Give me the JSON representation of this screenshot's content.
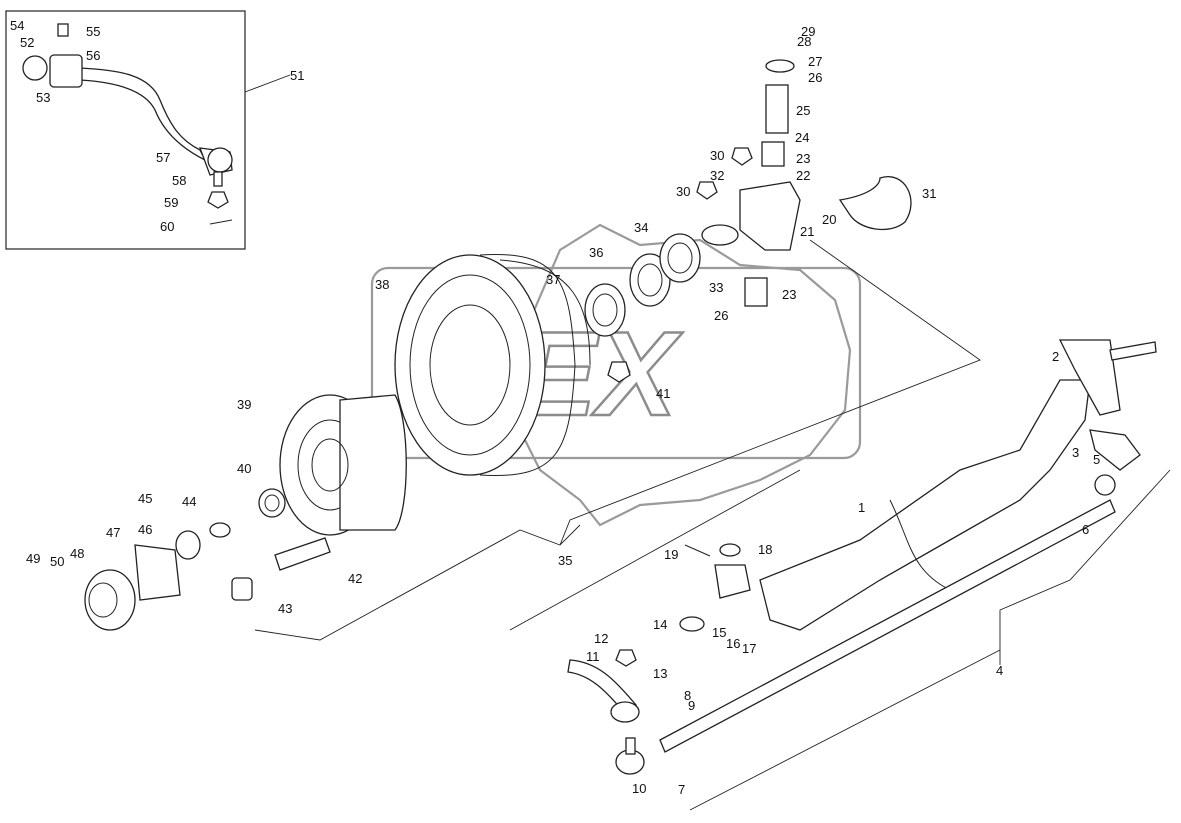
{
  "watermark": {
    "text": "REX"
  },
  "callouts": [
    {
      "id": "c1",
      "text": "1"
    },
    {
      "id": "c2",
      "text": "2"
    },
    {
      "id": "c3",
      "text": "3"
    },
    {
      "id": "c4",
      "text": "4"
    },
    {
      "id": "c5",
      "text": "5"
    },
    {
      "id": "c6",
      "text": "6"
    },
    {
      "id": "c7",
      "text": "7"
    },
    {
      "id": "c8",
      "text": "8"
    },
    {
      "id": "c9",
      "text": "9"
    },
    {
      "id": "c10",
      "text": "10"
    },
    {
      "id": "c11",
      "text": "11"
    },
    {
      "id": "c12",
      "text": "12"
    },
    {
      "id": "c13",
      "text": "13"
    },
    {
      "id": "c14",
      "text": "14"
    },
    {
      "id": "c15",
      "text": "15"
    },
    {
      "id": "c16",
      "text": "16"
    },
    {
      "id": "c17",
      "text": "17"
    },
    {
      "id": "c18",
      "text": "18"
    },
    {
      "id": "c19",
      "text": "19"
    },
    {
      "id": "c20",
      "text": "20"
    },
    {
      "id": "c21",
      "text": "21"
    },
    {
      "id": "c22",
      "text": "22"
    },
    {
      "id": "c23a",
      "text": "23"
    },
    {
      "id": "c23b",
      "text": "23"
    },
    {
      "id": "c24",
      "text": "24"
    },
    {
      "id": "c25",
      "text": "25"
    },
    {
      "id": "c26a",
      "text": "26"
    },
    {
      "id": "c26b",
      "text": "26"
    },
    {
      "id": "c27",
      "text": "27"
    },
    {
      "id": "c28",
      "text": "28"
    },
    {
      "id": "c29",
      "text": "29"
    },
    {
      "id": "c30a",
      "text": "30"
    },
    {
      "id": "c30b",
      "text": "30"
    },
    {
      "id": "c31",
      "text": "31"
    },
    {
      "id": "c32",
      "text": "32"
    },
    {
      "id": "c33",
      "text": "33"
    },
    {
      "id": "c34",
      "text": "34"
    },
    {
      "id": "c35",
      "text": "35"
    },
    {
      "id": "c36",
      "text": "36"
    },
    {
      "id": "c37",
      "text": "37"
    },
    {
      "id": "c38",
      "text": "38"
    },
    {
      "id": "c39",
      "text": "39"
    },
    {
      "id": "c40",
      "text": "40"
    },
    {
      "id": "c41",
      "text": "41"
    },
    {
      "id": "c42",
      "text": "42"
    },
    {
      "id": "c43",
      "text": "43"
    },
    {
      "id": "c44",
      "text": "44"
    },
    {
      "id": "c45",
      "text": "45"
    },
    {
      "id": "c46",
      "text": "46"
    },
    {
      "id": "c47",
      "text": "47"
    },
    {
      "id": "c48",
      "text": "48"
    },
    {
      "id": "c49",
      "text": "49"
    },
    {
      "id": "c50",
      "text": "50"
    },
    {
      "id": "c51",
      "text": "51"
    },
    {
      "id": "c52",
      "text": "52"
    },
    {
      "id": "c53",
      "text": "53"
    },
    {
      "id": "c54",
      "text": "54"
    },
    {
      "id": "c55",
      "text": "55"
    },
    {
      "id": "c56",
      "text": "56"
    },
    {
      "id": "c57",
      "text": "57"
    },
    {
      "id": "c58",
      "text": "58"
    },
    {
      "id": "c59",
      "text": "59"
    },
    {
      "id": "c60",
      "text": "60"
    }
  ]
}
